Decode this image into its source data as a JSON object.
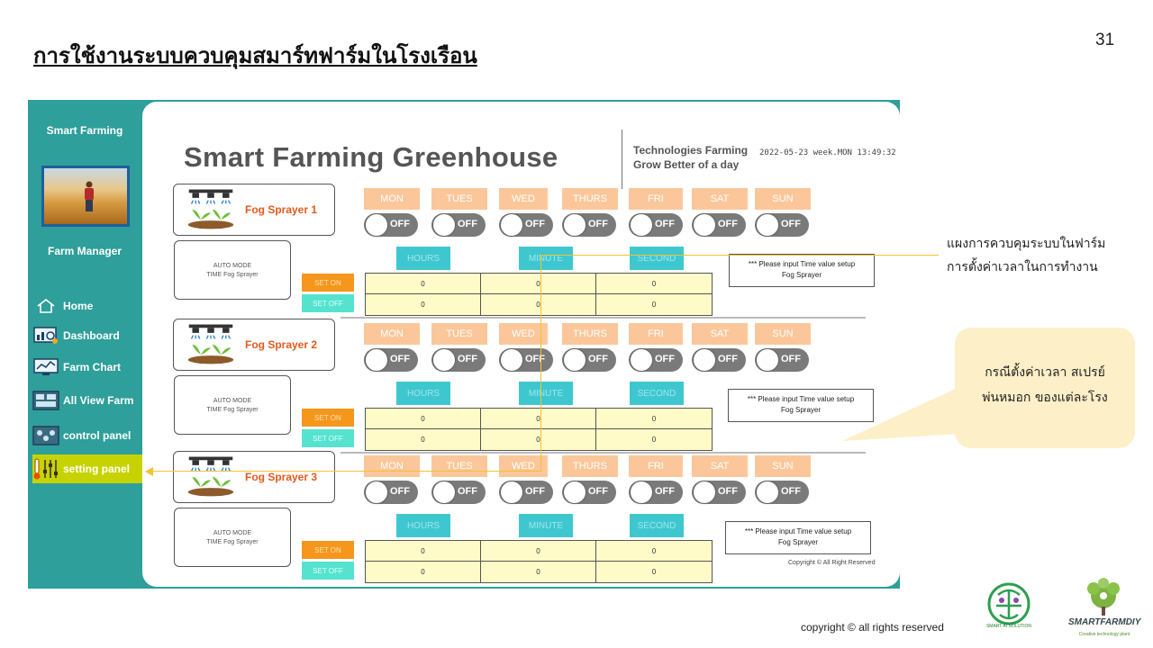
{
  "slide": {
    "title": "การใช้งานระบบควบคุมสมาร์ทฟาร์มในโรงเรือน",
    "number": "31",
    "footer_copyright": "copyright © all rights reserved"
  },
  "sidebar": {
    "app_name": "Smart Farming",
    "role": "Farm Manager",
    "items": [
      {
        "label": "Home",
        "icon": "home-icon"
      },
      {
        "label": "Dashboard",
        "icon": "dashboard-icon"
      },
      {
        "label": "Farm Chart",
        "icon": "chart-icon"
      },
      {
        "label": "All View Farm",
        "icon": "view-icon"
      },
      {
        "label": "control panel",
        "icon": "control-panel-icon"
      },
      {
        "label": "setting panel",
        "icon": "settings-icon",
        "active": true
      }
    ]
  },
  "header": {
    "title": "Smart Farming Greenhouse",
    "tagline_1": "Technologies Farming",
    "tagline_2": "Grow Better of a day",
    "datetime": "2022-05-23  week.MON  13:49:32"
  },
  "days": [
    "MON",
    "TUES",
    "WED",
    "THURS",
    "FRI",
    "SAT",
    "SUN"
  ],
  "toggle_label": "OFF",
  "time_headers": [
    "HOURS",
    "MINUTE",
    "SECOND"
  ],
  "auto_mode": {
    "line1": "AUTO MODE",
    "line2": "TIME Fog Sprayer"
  },
  "buttons": {
    "set_on": "SET ON",
    "set_off": "SET OFF"
  },
  "note": {
    "line1": "*** Please input Time value setup",
    "line2": "Fog Sprayer"
  },
  "sprayers": [
    {
      "name": "Fog Sprayer 1",
      "times": [
        [
          "0",
          "0",
          "0"
        ],
        [
          "0",
          "0",
          "0"
        ]
      ]
    },
    {
      "name": "Fog Sprayer 2",
      "times": [
        [
          "0",
          "0",
          "0"
        ],
        [
          "0",
          "0",
          "0"
        ]
      ]
    },
    {
      "name": "Fog Sprayer 3",
      "times": [
        [
          "0",
          "0",
          "0"
        ],
        [
          "0",
          "0",
          "0"
        ]
      ]
    }
  ],
  "inner_copyright": "Copyright © All Right Reserved",
  "annotations": {
    "panel_line1": "แผงการควบคุมระบบในฟาร์ม",
    "panel_line2": "การตั้งค่าเวลาในการทำงาน",
    "callout_line1": "กรณีตั้งค่าเวลา สเปรย์",
    "callout_line2": "พ่นหมอก ของแต่ละโรง"
  },
  "logos": {
    "logo1_text": "SMART AI SOLUTION",
    "logo2_text": "SMARTFARMDIY",
    "logo2_sub": "Creative technology plant"
  },
  "colors": {
    "teal": "#2e9f9a",
    "active_nav": "#c7d300",
    "day_label": "#fbc79a",
    "time_header": "#3fc7d0",
    "set_on": "#f5961d",
    "set_off": "#55e3cf",
    "grid_bg": "#fffbc8",
    "sprayer_label": "#e25a1c",
    "annotation": "#f2c230"
  }
}
